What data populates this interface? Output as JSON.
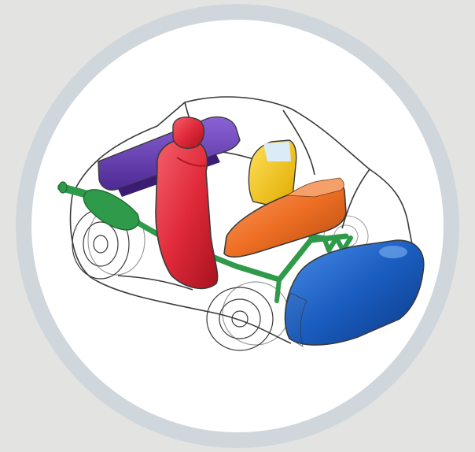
{
  "illustration": {
    "subject": "car-cutaway-interior-parts-icon",
    "colors": {
      "page_background": "#e3e4e1",
      "ring": "#cfd6dc",
      "disc": "#ffffff",
      "outline": "#3a3a3a",
      "headliner_panel": "#6a3fb5",
      "front_seat": "#e02a3a",
      "rear_seat": "#f7cf1c",
      "rear_seat_highlight": "#dcebf8",
      "dashboard": "#ee6f24",
      "exhaust_system": "#2f9a4a",
      "fuel_tank": "#1a5dc0"
    },
    "parts": [
      {
        "name": "headliner",
        "icon": "purple-roof-panel"
      },
      {
        "name": "front-seat",
        "icon": "red-seat"
      },
      {
        "name": "rear-seat",
        "icon": "yellow-seat"
      },
      {
        "name": "instrument-panel",
        "icon": "orange-dashboard"
      },
      {
        "name": "exhaust",
        "icon": "green-exhaust-pipe"
      },
      {
        "name": "fuel-tank",
        "icon": "blue-tank"
      }
    ]
  }
}
